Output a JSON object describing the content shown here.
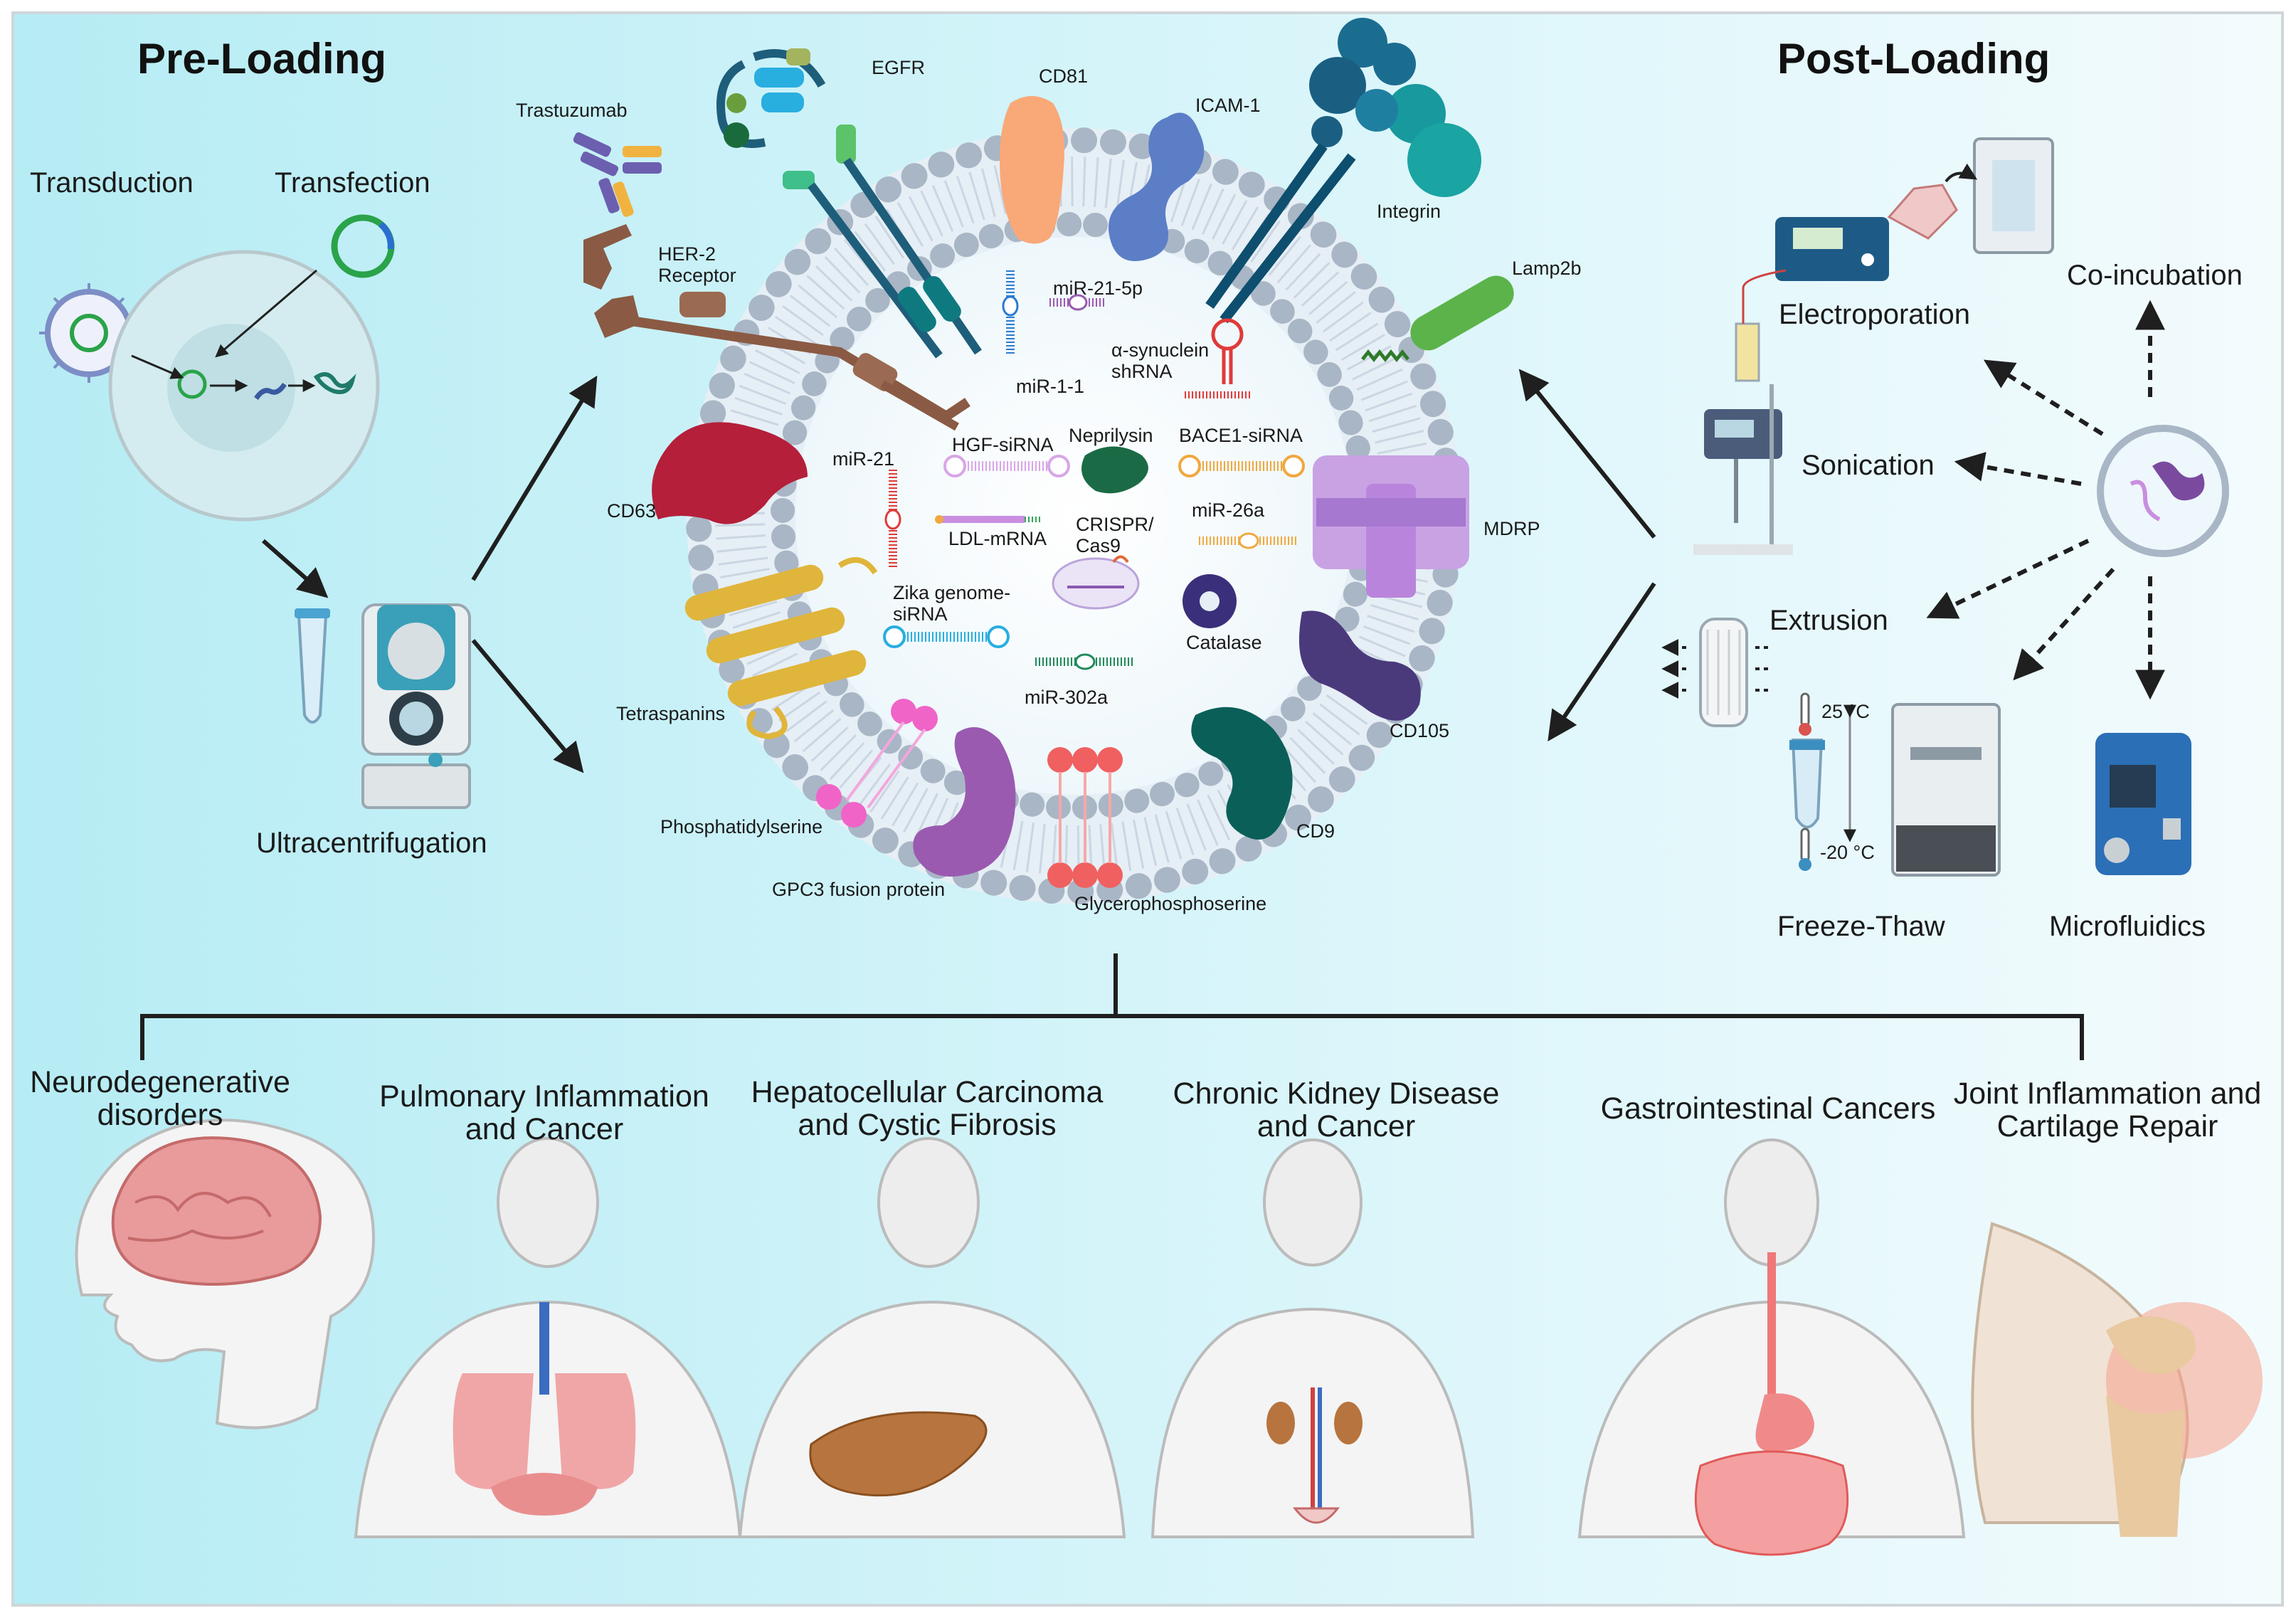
{
  "headings": {
    "pre_loading": "Pre-Loading",
    "post_loading": "Post-Loading"
  },
  "pre_loading": {
    "transduction": "Transduction",
    "transfection": "Transfection",
    "ultracentrifugation": "Ultracentrifugation"
  },
  "post_loading": {
    "co_incubation": "Co-incubation",
    "electroporation": "Electroporation",
    "sonication": "Sonication",
    "extrusion": "Extrusion",
    "freeze_thaw": "Freeze-Thaw",
    "microfluidics": "Microfluidics",
    "temp_high": "25 °C",
    "temp_low": "-20 °C"
  },
  "membrane_labels": {
    "egfr": "EGFR",
    "cd81": "CD81",
    "icam1": "ICAM-1",
    "trastuzumab": "Trastuzumab",
    "integrin": "Integrin",
    "her2_1": "HER-2",
    "her2_2": "Receptor",
    "lamp2b": "Lamp2b",
    "cd63": "CD63",
    "mdrp": "MDRP",
    "tetraspanins": "Tetraspanins",
    "cd105": "CD105",
    "phosphatidylserine": "Phosphatidylserine",
    "cd9": "CD9",
    "gpc3": "GPC3 fusion protein",
    "glycerophosphoserine": "Glycerophosphoserine"
  },
  "cargo_labels": {
    "mir21_5p": "miR-21-5p",
    "mir1_1": "miR-1-1",
    "synuclein_1": "α-synuclein",
    "synuclein_2": "shRNA",
    "hgf_sirna": "HGF-siRNA",
    "neprilysin": "Neprilysin",
    "bace1_sirna": "BACE1-siRNA",
    "mir21": "miR-21",
    "ldl_mrna": "LDL-mRNA",
    "crispr_1": "CRISPR/",
    "crispr_2": "Cas9",
    "mir26a": "miR-26a",
    "zika_1": "Zika genome-",
    "zika_2": "siRNA",
    "catalase": "Catalase",
    "mir302a": "miR-302a"
  },
  "diseases": [
    {
      "line1": "Neurodegenerative",
      "line2": "disorders"
    },
    {
      "line1": "Pulmonary Inflammation",
      "line2": "and Cancer"
    },
    {
      "line1": "Hepatocellular Carcinoma",
      "line2": "and Cystic Fibrosis"
    },
    {
      "line1": "Chronic Kidney Disease",
      "line2": "and Cancer"
    },
    {
      "line1": "Gastrointestinal Cancers",
      "line2": ""
    },
    {
      "line1": "Joint Inflammation and",
      "line2": "Cartilage Repair"
    }
  ],
  "colors": {
    "background_start": "#bdeef5",
    "background_end": "#f2fbfd",
    "membrane_bead": "#a9b6c6",
    "arrow": "#1f1f1f"
  }
}
